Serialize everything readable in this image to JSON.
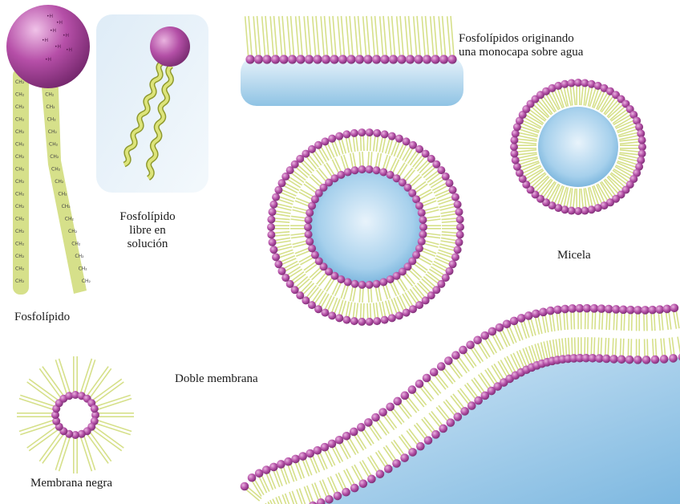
{
  "labels": {
    "phospholipid": "Fosfolípido",
    "free_phospholipid": [
      "Fosfolípido",
      "libre en",
      "solución"
    ],
    "monolayer": [
      "Fosfolípidos originando",
      "una monocapa sobre agua"
    ],
    "micelle": "Micela",
    "double_membrane": "Doble membrana",
    "black_membrane": "Membrana negra"
  },
  "icons": {
    "head": "pink-sphere",
    "tail": "yellow-green-chain"
  },
  "colors": {
    "head": "#b34fa6",
    "tail": "#d6e08a",
    "tail_stroke": "#8f9a2e",
    "water": "#8fc3e4",
    "chain_text": "#444444"
  }
}
